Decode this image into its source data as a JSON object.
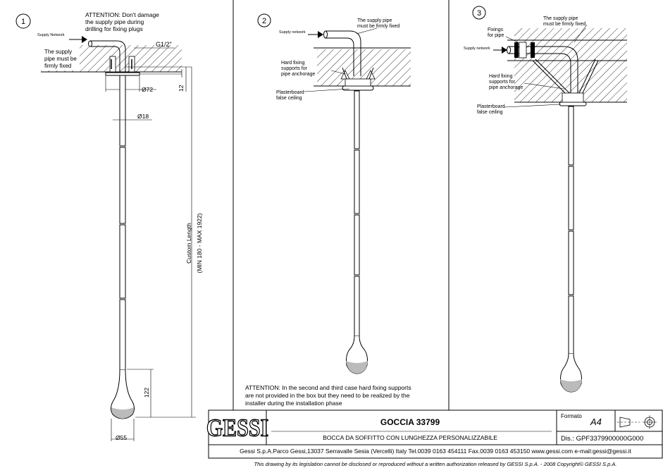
{
  "panel1": {
    "number": "1",
    "attention": [
      "ATTENTION: Don't damage",
      "the supply pipe during",
      "drilling for fixing plugs"
    ],
    "supply_network": "Supply Network",
    "firmly_fixed": [
      "The supply",
      "pipe must be",
      "firmly fixed"
    ],
    "thread": "G1/2\"",
    "dim_12": "12",
    "dim_72": "Ø72",
    "dim_18": "Ø18",
    "custom_length": "Custom Length",
    "custom_range": "(MIN 180 - MAX 1922)",
    "dim_122": "122",
    "dim_55": "Ø55"
  },
  "panel2": {
    "number": "2",
    "supply_firmly": [
      "The supply pipe",
      "must be firmly fixed"
    ],
    "supply_network": "Supply network",
    "hard_fixing": [
      "Hard fixing",
      "supports for",
      "pipe anchorage"
    ],
    "plasterboard": [
      "Plasterboard",
      "false ceiling"
    ],
    "attention_note": [
      "ATTENTION: In the second and third case hard fixing supports",
      "are not provided in the box but they need to be realized by the",
      "installer during the installation phase"
    ]
  },
  "panel3": {
    "number": "3",
    "supply_firmly": [
      "The supply pipe",
      "must be firmly fixed"
    ],
    "fixings": [
      "Fixings",
      "for pipe"
    ],
    "supply_network": "Supply network",
    "hard_fixing": [
      "Hard fixing",
      "supports for",
      "pipe anchorage"
    ],
    "plasterboard": [
      "Plasterboard",
      "false ceiling"
    ]
  },
  "title_block": {
    "logo": "GESSI",
    "product": "GOCCIA 33799",
    "description": "BOCCA DA SOFFITTO CON LUNGHEZZA PERSONALIZZABILE",
    "formato_label": "Formato",
    "formato_value": "A4",
    "drawing_no": "Dis.: GPF3379900000G000",
    "address": "Gessi S.p.A.Parco Gessi,13037 Serravalle Sesia (Vercelli) Italy Tel.0039 0163 454111 Fax.0039 0163 453150 www.gessi.com e-mail:gessi@gessi.it",
    "disclaimer": "This drawing by its legislation cannot be disclosed or reproduced without a written authorization released by GESSI S.p.A. - 2008 Copyright© GESSI S.p.A."
  }
}
